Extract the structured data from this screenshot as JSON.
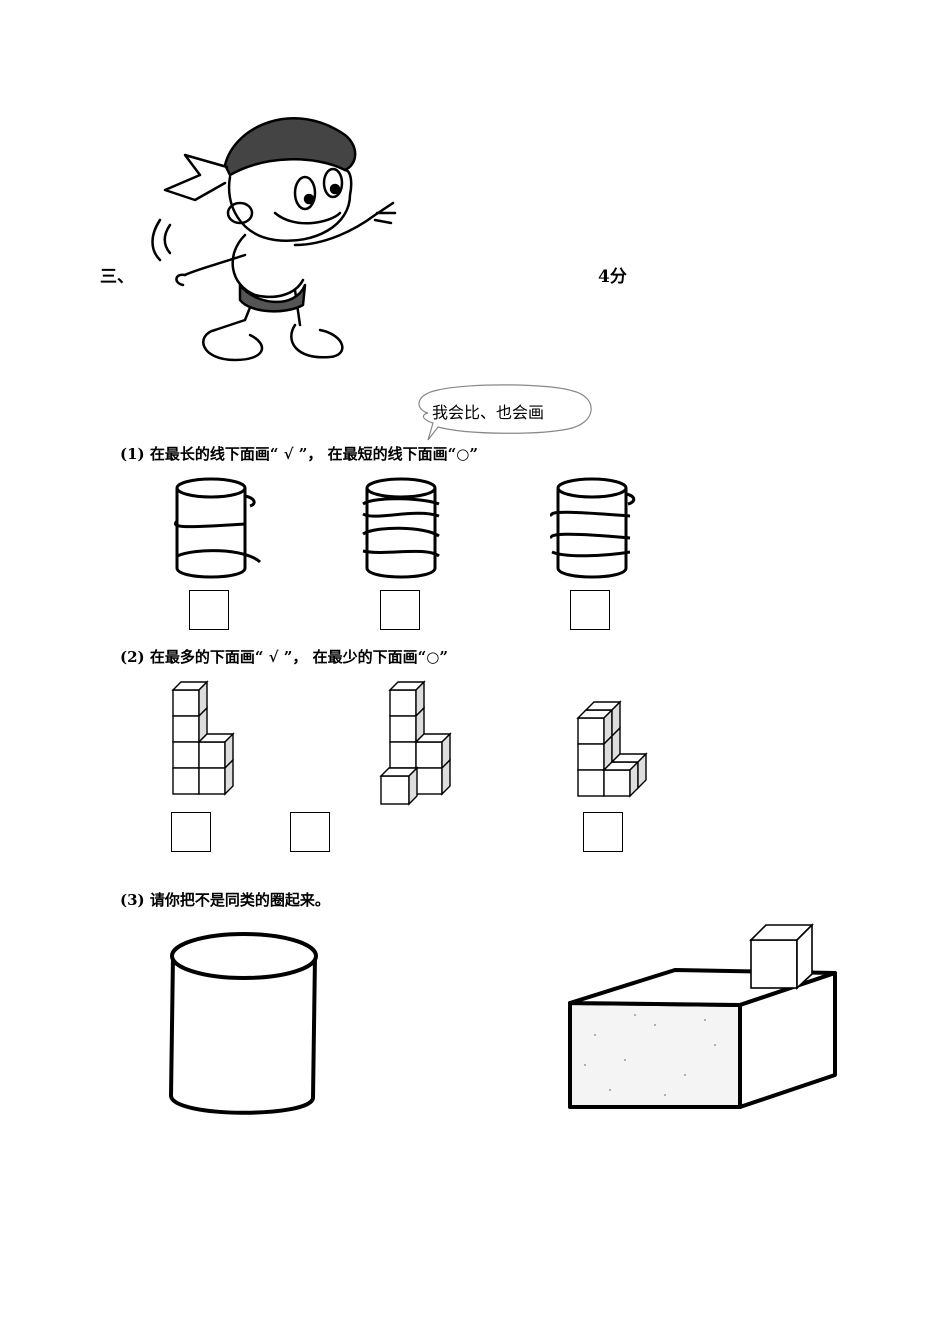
{
  "section": {
    "number": "三、",
    "score": "4分",
    "speech_bubble": "我会比、也会画",
    "mascot_icon": "cartoon-boy-pointing-icon"
  },
  "questions": [
    {
      "label": "(1) 在最长的线下面画“ √ ”， 在最短的线下面画“○”",
      "items": [
        "cylinder-wrapped-2-turns",
        "cylinder-wrapped-3-turns",
        "cylinder-wrapped-3-turns"
      ]
    },
    {
      "label": "(2) 在最多的下面画“ √ ”， 在最少的下面画“○”",
      "items": [
        "cube-stack-a",
        "cube-stack-b",
        "cube-stack-c"
      ]
    },
    {
      "label": "(3) 请你把不是同类的圈起来。",
      "items": [
        "cylinder",
        "cube",
        "cuboid"
      ]
    }
  ]
}
